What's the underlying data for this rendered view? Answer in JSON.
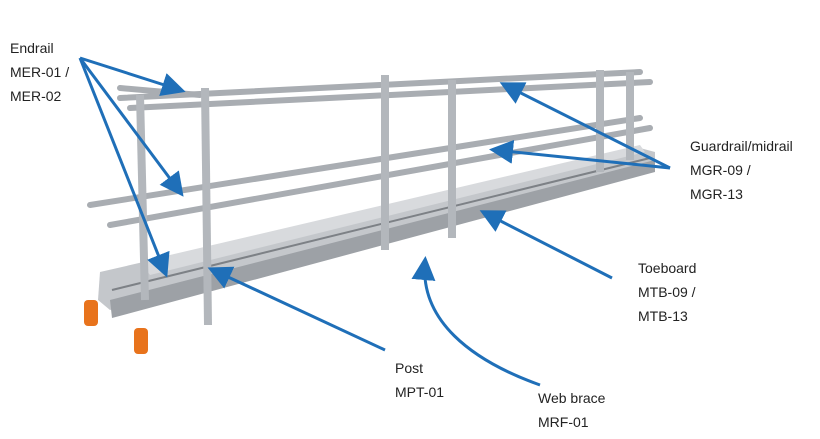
{
  "colors": {
    "arrow": "#1f6fb8",
    "aluminium": "#b9bcc0",
    "aluminium_dark": "#8a8e93",
    "end_caps": "#e8731c"
  },
  "labels": {
    "endrail": {
      "name": "Endrail",
      "codes": "MER-01 /",
      "codes2": "MER-02"
    },
    "guardrail": {
      "name": "Guardrail/midrail",
      "codes": "MGR-09 /",
      "codes2": "MGR-13"
    },
    "toeboard": {
      "name": "Toeboard",
      "codes": "MTB-09 /",
      "codes2": "MTB-13"
    },
    "post": {
      "name": "Post",
      "codes": "MPT-01"
    },
    "webbrace": {
      "name": "Web brace",
      "codes": "MRF-01"
    }
  }
}
